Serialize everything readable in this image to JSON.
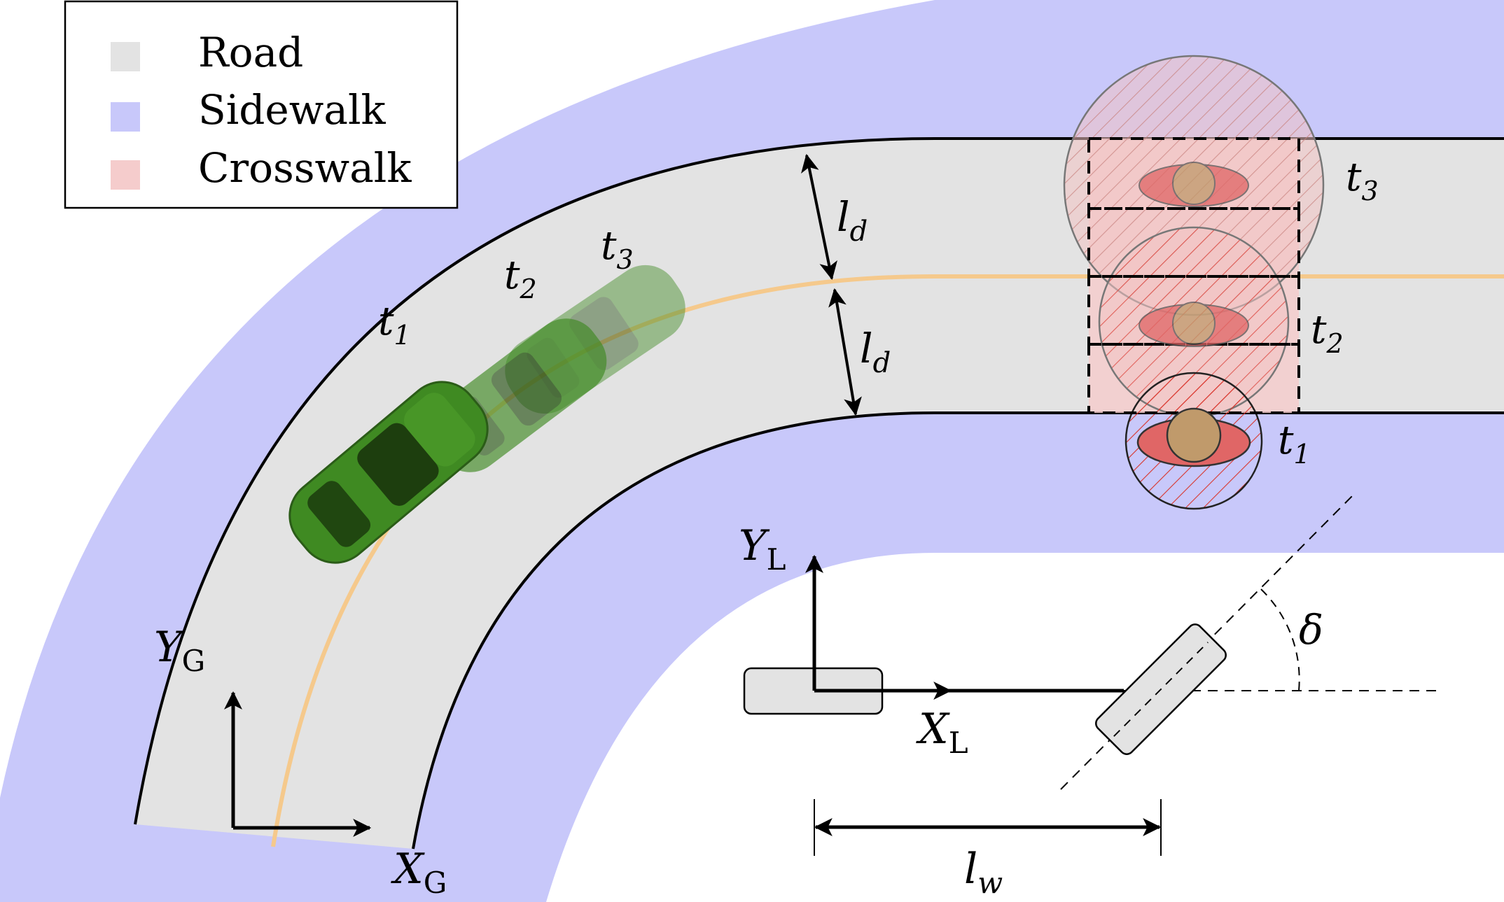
{
  "legend": {
    "items": [
      {
        "label": "Road",
        "color": "#e3e3e3"
      },
      {
        "label": "Sidewalk",
        "color": "#c8c8fa"
      },
      {
        "label": "Crosswalk",
        "color": "#f5cccc"
      }
    ]
  },
  "colors": {
    "road": "#e3e3e3",
    "sidewalk": "#c8c8fa",
    "crosswalk": "#f5cccc",
    "centerline": "#f5c98c",
    "car": "#3f8a22",
    "pedestrian_body": "#e06666",
    "pedestrian_head": "#c09a6b"
  },
  "car_labels": [
    {
      "main": "t",
      "sub": "1"
    },
    {
      "main": "t",
      "sub": "2"
    },
    {
      "main": "t",
      "sub": "3"
    }
  ],
  "pedestrian_labels": [
    {
      "main": "t",
      "sub": "1"
    },
    {
      "main": "t",
      "sub": "2"
    },
    {
      "main": "t",
      "sub": "3"
    }
  ],
  "lane_width": {
    "main": "l",
    "sub": "d"
  },
  "global_axes": {
    "x": {
      "main": "X",
      "sub": "G"
    },
    "y": {
      "main": "Y",
      "sub": "G"
    }
  },
  "local_axes": {
    "x": {
      "main": "X",
      "sub": "L"
    },
    "y": {
      "main": "Y",
      "sub": "L"
    }
  },
  "wheelbase": {
    "main": "l",
    "sub": "w"
  },
  "steering_angle": "δ"
}
